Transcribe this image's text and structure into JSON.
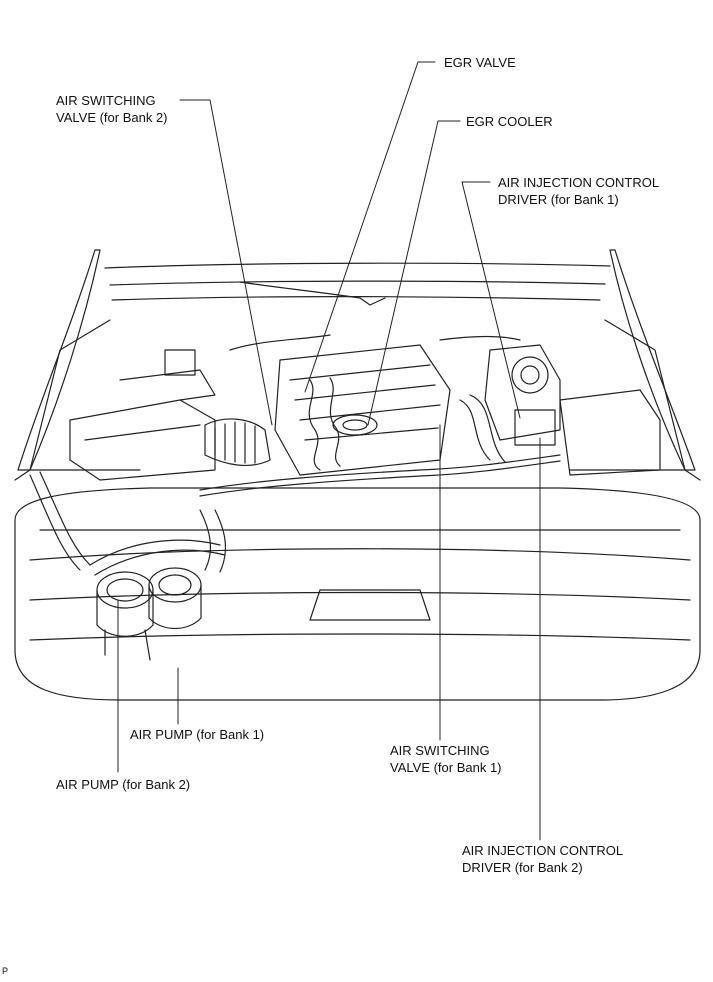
{
  "labels": {
    "egr_valve": "EGR VALVE",
    "egr_cooler": "EGR COOLER",
    "air_switching_valve_bank2": [
      "AIR SWITCHING",
      "VALVE (for Bank 2)"
    ],
    "air_injection_driver_bank1": [
      "AIR INJECTION CONTROL",
      "DRIVER (for Bank 1)"
    ],
    "air_pump_bank1": "AIR PUMP (for Bank 1)",
    "air_pump_bank2": "AIR PUMP (for Bank 2)",
    "air_switching_valve_bank1": [
      "AIR SWITCHING",
      "VALVE (for Bank 1)"
    ],
    "air_injection_driver_bank2": [
      "AIR INJECTION CONTROL",
      "DRIVER (for Bank 2)"
    ]
  },
  "corner_mark": "P",
  "colors": {
    "line": "#111111",
    "background": "#ffffff"
  }
}
